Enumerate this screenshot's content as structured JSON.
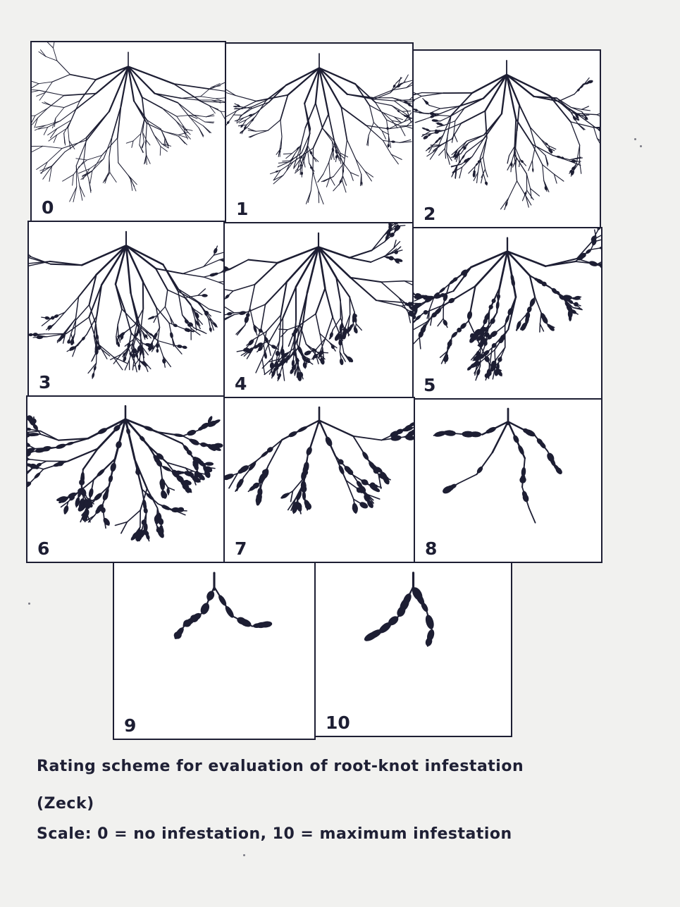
{
  "panels": [
    {
      "label": "0",
      "score": 0
    },
    {
      "label": "1",
      "score": 1
    },
    {
      "label": "2",
      "score": 2
    },
    {
      "label": "3",
      "score": 3
    },
    {
      "label": "4",
      "score": 4
    },
    {
      "label": "5",
      "score": 5
    },
    {
      "label": "6",
      "score": 6
    },
    {
      "label": "7",
      "score": 7
    },
    {
      "label": "8",
      "score": 8
    },
    {
      "label": "9",
      "score": 9
    },
    {
      "label": "10",
      "score": 10
    }
  ],
  "caption": {
    "title": "Rating scheme for evaluation of root-knot infestation",
    "author": "(Zeck)",
    "scale": "Scale: 0 = no infestation, 10 = maximum infestation"
  },
  "colors": {
    "ink": "#1d1e33",
    "paper": "#ffffff",
    "background": "#f1f1ef"
  }
}
